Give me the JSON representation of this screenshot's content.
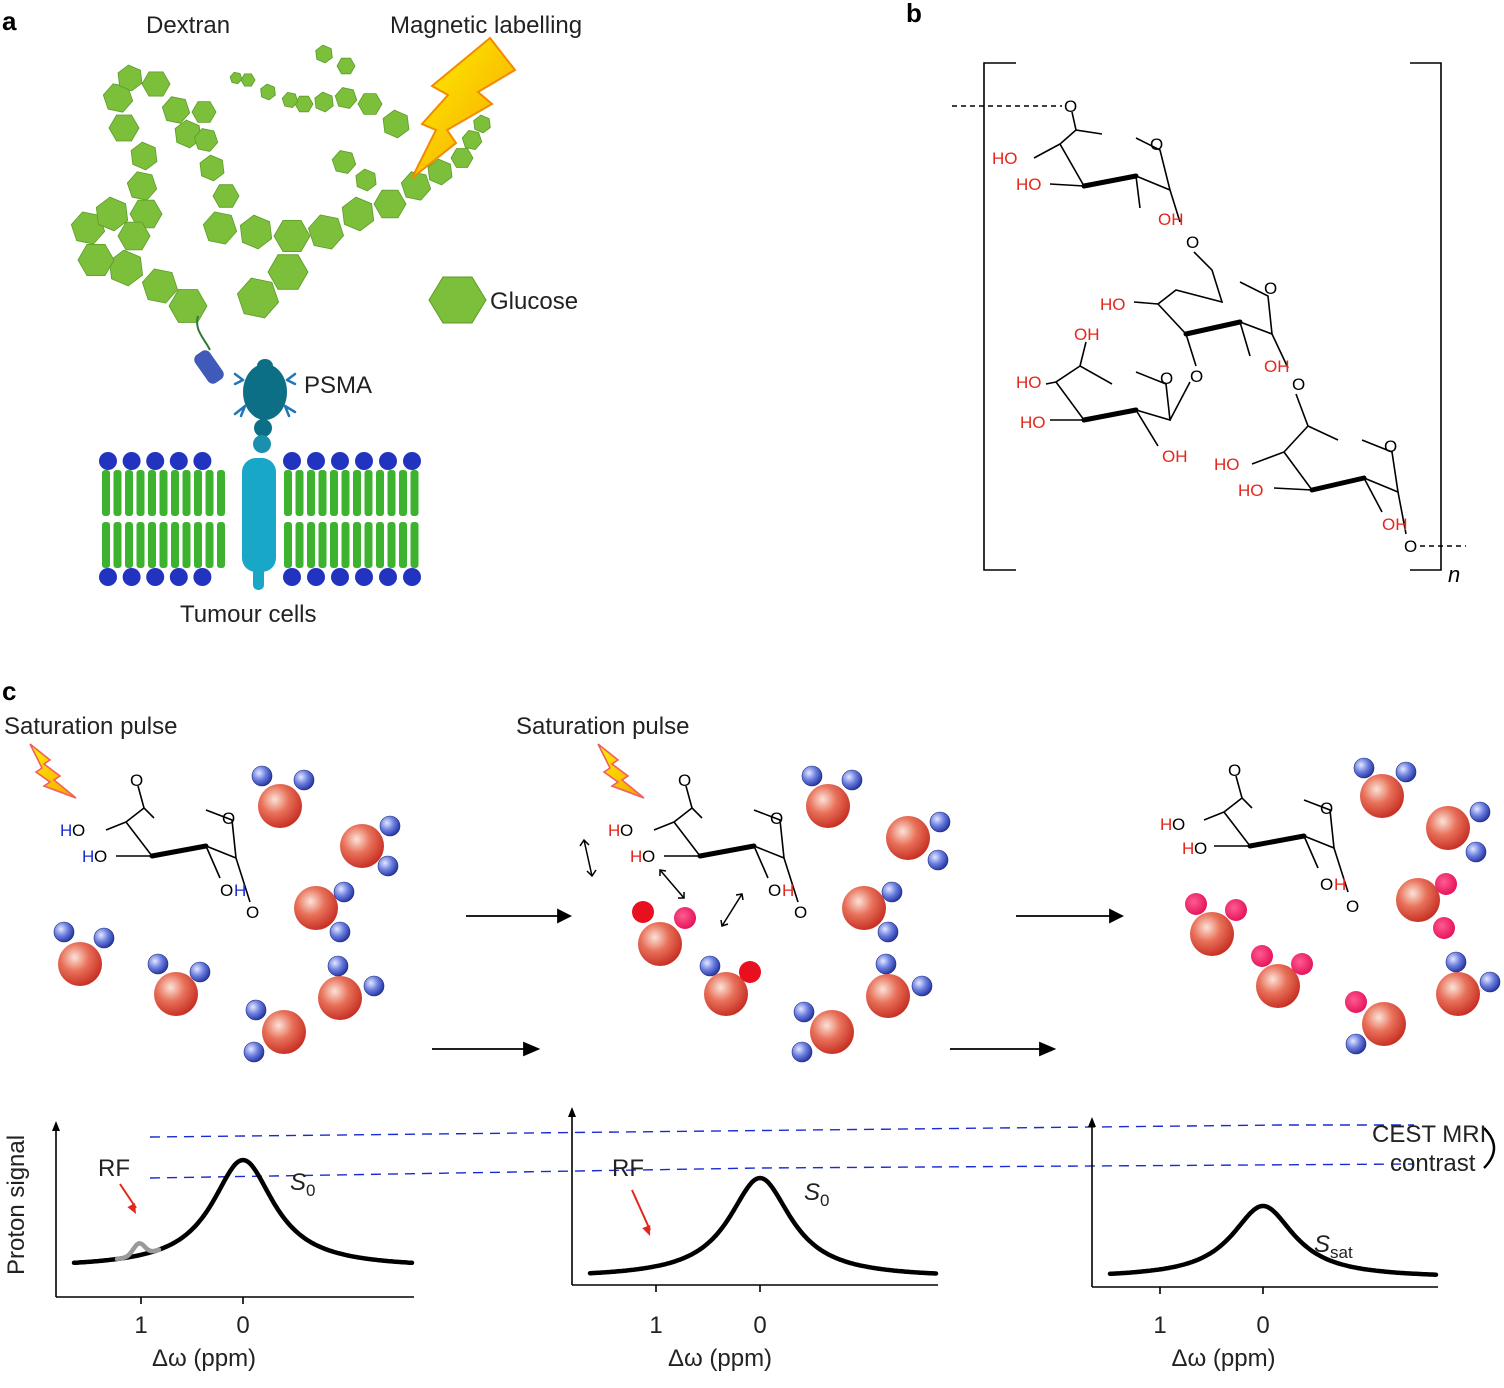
{
  "panel_a": {
    "label": "a",
    "dextran": "Dextran",
    "magnetic": "Magnetic labelling",
    "glucose": "Glucose",
    "psma": "PSMA",
    "tumour": "Tumour cells",
    "colors": {
      "glucose": "#7bbf3a",
      "membrane": "#3db22f",
      "head": "#2233c0",
      "psma": "#0d6f86",
      "bolt": "#f7c21a"
    }
  },
  "panel_b": {
    "label": "b",
    "n": "n",
    "atoms": {
      "O": "O",
      "HO": "HO",
      "OH": "OH"
    }
  },
  "panel_c": {
    "label": "c",
    "sat1": "Saturation pulse",
    "sat2": "Saturation pulse",
    "atoms": {
      "O": "O",
      "HO_H": "H",
      "HO_O": "O",
      "OH_O": "O",
      "OH_H": "H"
    },
    "plots": [
      {
        "ylabel": "Proton signal",
        "xlabel": "Δω (ppm)",
        "tick1": "1",
        "tick0": "0",
        "rf": "RF",
        "peak": "S",
        "peak_sub": "0"
      },
      {
        "xlabel": "Δω (ppm)",
        "tick1": "1",
        "tick0": "0",
        "rf": "RF",
        "peak": "S",
        "peak_sub": "0"
      },
      {
        "xlabel": "Δω (ppm)",
        "tick1": "1",
        "tick0": "0",
        "peak": "S",
        "peak_sub": "sat"
      }
    ],
    "cest_line1": "CEST MRI",
    "cest_line2": "contrast"
  }
}
